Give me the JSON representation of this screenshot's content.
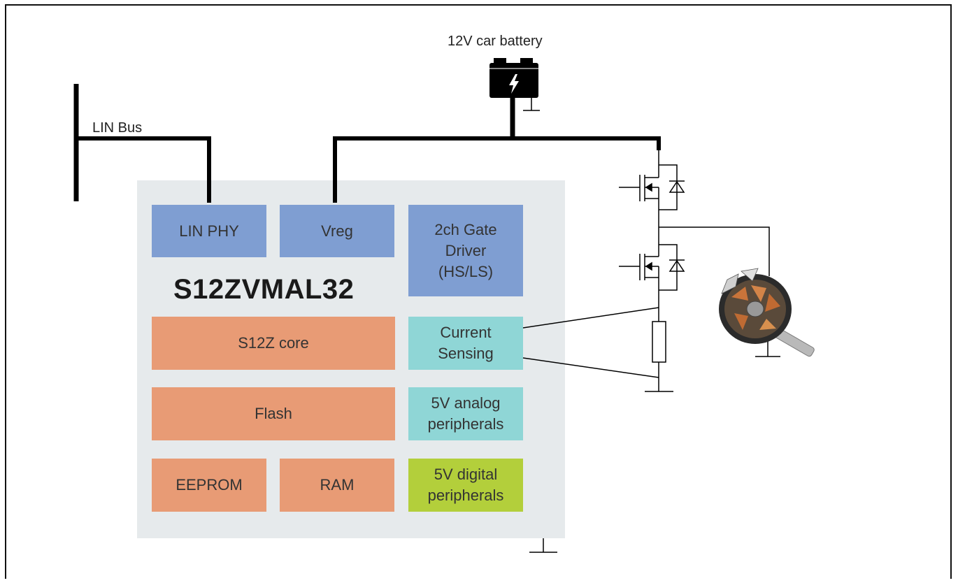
{
  "labels": {
    "battery": "12V car battery",
    "lin_bus": "LIN Bus",
    "chip_name": "S12ZVMAL32"
  },
  "blocks": {
    "lin_phy": "LIN PHY",
    "vreg": "Vreg",
    "gate_driver_l1": "2ch Gate",
    "gate_driver_l2": "Driver",
    "gate_driver_l3": "(HS/LS)",
    "core": "S12Z core",
    "current_sensing_l1": "Current",
    "current_sensing_l2": "Sensing",
    "flash": "Flash",
    "analog_l1": "5V analog",
    "analog_l2": "peripherals",
    "eeprom": "EEPROM",
    "ram": "RAM",
    "digital_l1": "5V digital",
    "digital_l2": "peripherals"
  },
  "icons": {
    "battery": "battery-icon",
    "motor": "motor-rotor-icon",
    "mosfet": "mosfet-icon",
    "diode": "diode-icon",
    "resistor": "resistor-icon",
    "ground": "ground-icon"
  },
  "colors": {
    "blue_block": "#7f9ed2",
    "orange_block": "#e89b75",
    "cyan_block": "#8fd6d6",
    "lime_block": "#b3cf3b",
    "chip_bg": "#e6eaec"
  }
}
